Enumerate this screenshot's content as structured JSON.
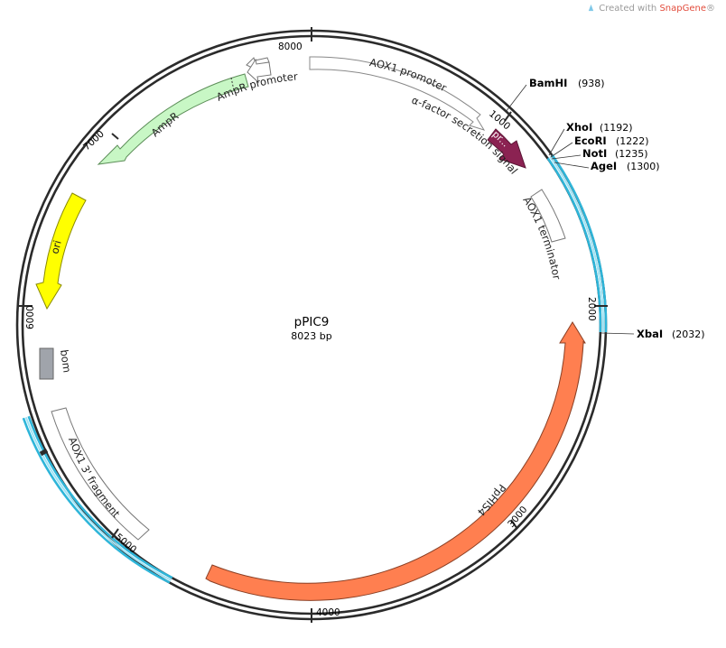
{
  "credit": {
    "prefix": "Created with ",
    "brand": "SnapGene",
    "mark": "®"
  },
  "plasmid": {
    "name": "pPIC9",
    "size_label": "8023 bp",
    "length": 8023
  },
  "ticks": [
    {
      "pos": 1000,
      "label": "1000"
    },
    {
      "pos": 2000,
      "label": "2000"
    },
    {
      "pos": 3000,
      "label": "3000"
    },
    {
      "pos": 4000,
      "label": "4000"
    },
    {
      "pos": 5000,
      "label": "5000"
    },
    {
      "pos": 6000,
      "label": "6000"
    },
    {
      "pos": 7000,
      "label": "7000"
    },
    {
      "pos": 8000,
      "label": "8000"
    }
  ],
  "sites": [
    {
      "name": "BamHI",
      "pos_label": "(938)",
      "pos": 938
    },
    {
      "name": "XhoI",
      "pos_label": "(1192)",
      "pos": 1192
    },
    {
      "name": "EcoRI",
      "pos_label": "(1222)",
      "pos": 1222
    },
    {
      "name": "NotI",
      "pos_label": "(1235)",
      "pos": 1235
    },
    {
      "name": "AgeI",
      "pos_label": "(1300)",
      "pos": 1300
    },
    {
      "name": "XbaI",
      "pos_label": "(2032)",
      "pos": 2032
    }
  ],
  "features": [
    {
      "id": "aox1-promoter",
      "label": "AOX1 promoter",
      "color": "#ffffff"
    },
    {
      "id": "alpha-factor",
      "label": "α-factor secretion signal",
      "arrow_label": "pr...",
      "color": "#8b2252"
    },
    {
      "id": "aox1-terminator",
      "label": "AOX1 terminator",
      "color": "#ffffff"
    },
    {
      "id": "pphis4",
      "label": "PpHIS4",
      "color": "#ff7f50"
    },
    {
      "id": "aox1-3-fragment",
      "label": "AOX1 3' fragment",
      "color": "#ffffff"
    },
    {
      "id": "bom",
      "label": "bom",
      "color": "#a0a4ab"
    },
    {
      "id": "ori",
      "label": "ori",
      "color": "#ffff00"
    },
    {
      "id": "ampr",
      "label": "AmpR",
      "color": "#c8f7c5"
    },
    {
      "id": "ampr-promoter",
      "label": "AmpR promoter",
      "color": "#ffffff"
    }
  ],
  "colors": {
    "backbone": "#2b2b2b",
    "aox_region": "#2eb5d9"
  }
}
